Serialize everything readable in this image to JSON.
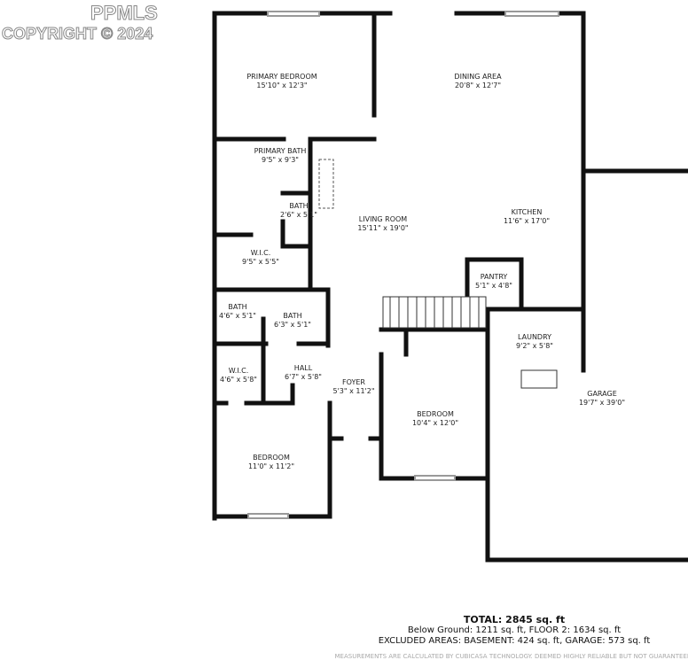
{
  "logo": {
    "brand": "PPMLS",
    "copyright": "COPYRIGHT © 2024"
  },
  "rooms": [
    {
      "name": "PRIMARY BEDROOM",
      "size": "15'10\" x 12'3\""
    },
    {
      "name": "DINING AREA",
      "size": "20'8\" x 12'7\""
    },
    {
      "name": "PRIMARY BATH",
      "size": "9'5\" x 9'3\""
    },
    {
      "name": "BATH",
      "size": "2'6\" x 5'1\""
    },
    {
      "name": "LIVING ROOM",
      "size": "15'11\" x 19'0\""
    },
    {
      "name": "KITCHEN",
      "size": "11'6\" x 17'0\""
    },
    {
      "name": "W.I.C.",
      "size": "9'5\" x 5'5\""
    },
    {
      "name": "PANTRY",
      "size": "5'1\" x 4'8\""
    },
    {
      "name": "BATH",
      "size": "4'6\" x 5'1\""
    },
    {
      "name": "BATH",
      "size": "6'3\" x 5'1\""
    },
    {
      "name": "LAUNDRY",
      "size": "9'2\" x 5'8\""
    },
    {
      "name": "W.I.C.",
      "size": "4'6\" x 5'8\""
    },
    {
      "name": "HALL",
      "size": "6'7\" x 5'8\""
    },
    {
      "name": "FOYER",
      "size": "5'3\" x 11'2\""
    },
    {
      "name": "GARAGE",
      "size": "19'7\" x 39'0\""
    },
    {
      "name": "BEDROOM",
      "size": "10'4\" x 12'0\""
    },
    {
      "name": "BEDROOM",
      "size": "11'0\" x 11'2\""
    }
  ],
  "summary": {
    "total": "TOTAL: 2845 sq. ft",
    "line2": "Below Ground: 1211 sq. ft, FLOOR 2: 1634 sq. ft",
    "line3": "EXCLUDED AREAS: BASEMENT: 424 sq. ft, GARAGE: 573 sq. ft",
    "disclaimer": "MEASUREMENTS ARE CALCULATED BY CUBICASA TECHNOLOGY. DEEMED HIGHLY RELIABLE BUT NOT GUARANTEED."
  }
}
